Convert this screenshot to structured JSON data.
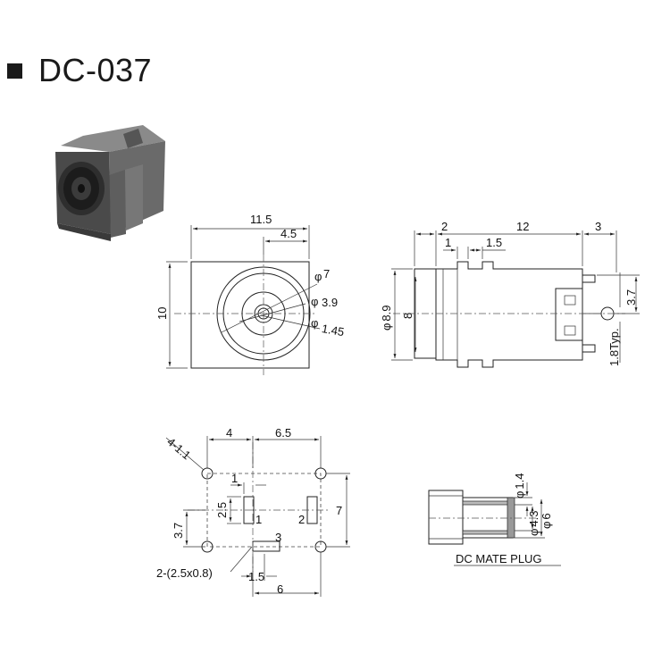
{
  "title": "DC-037",
  "front_view": {
    "width": "11.5",
    "offset": "4.5",
    "height": "10",
    "d_outer": "7",
    "d_inner": "3.9",
    "d_pin": "1.45",
    "phi": "φ"
  },
  "side_view": {
    "d_front": "2",
    "d_body": "12",
    "d_tail": "3",
    "d_1": "1",
    "d_1_5": "1.5",
    "d_8_9": "8.9",
    "d_8": "8",
    "d_3_7": "3.7",
    "d_1_8": "1.8Typ.",
    "phi": "φ"
  },
  "pcb_view": {
    "d_4": "4",
    "d_6_5": "6.5",
    "holes": "4-1.1",
    "d_1": "1",
    "d_2_5": "2.5",
    "d_3_7": "3.7",
    "d_7": "7",
    "d_1_5": "1.5",
    "d_6": "6",
    "pads": "2-(2.5x0.8)",
    "pin1": "1",
    "pin2": "2",
    "pin3": "3"
  },
  "mate_plug": {
    "d_1_4": "1.4",
    "d_4_3": "4.3",
    "d_6": "6",
    "label": "DC MATE PLUG",
    "phi": "φ"
  },
  "colors": {
    "ink": "#222222",
    "body_gray": "#6e6e6e",
    "body_dark": "#3a3a3a"
  }
}
